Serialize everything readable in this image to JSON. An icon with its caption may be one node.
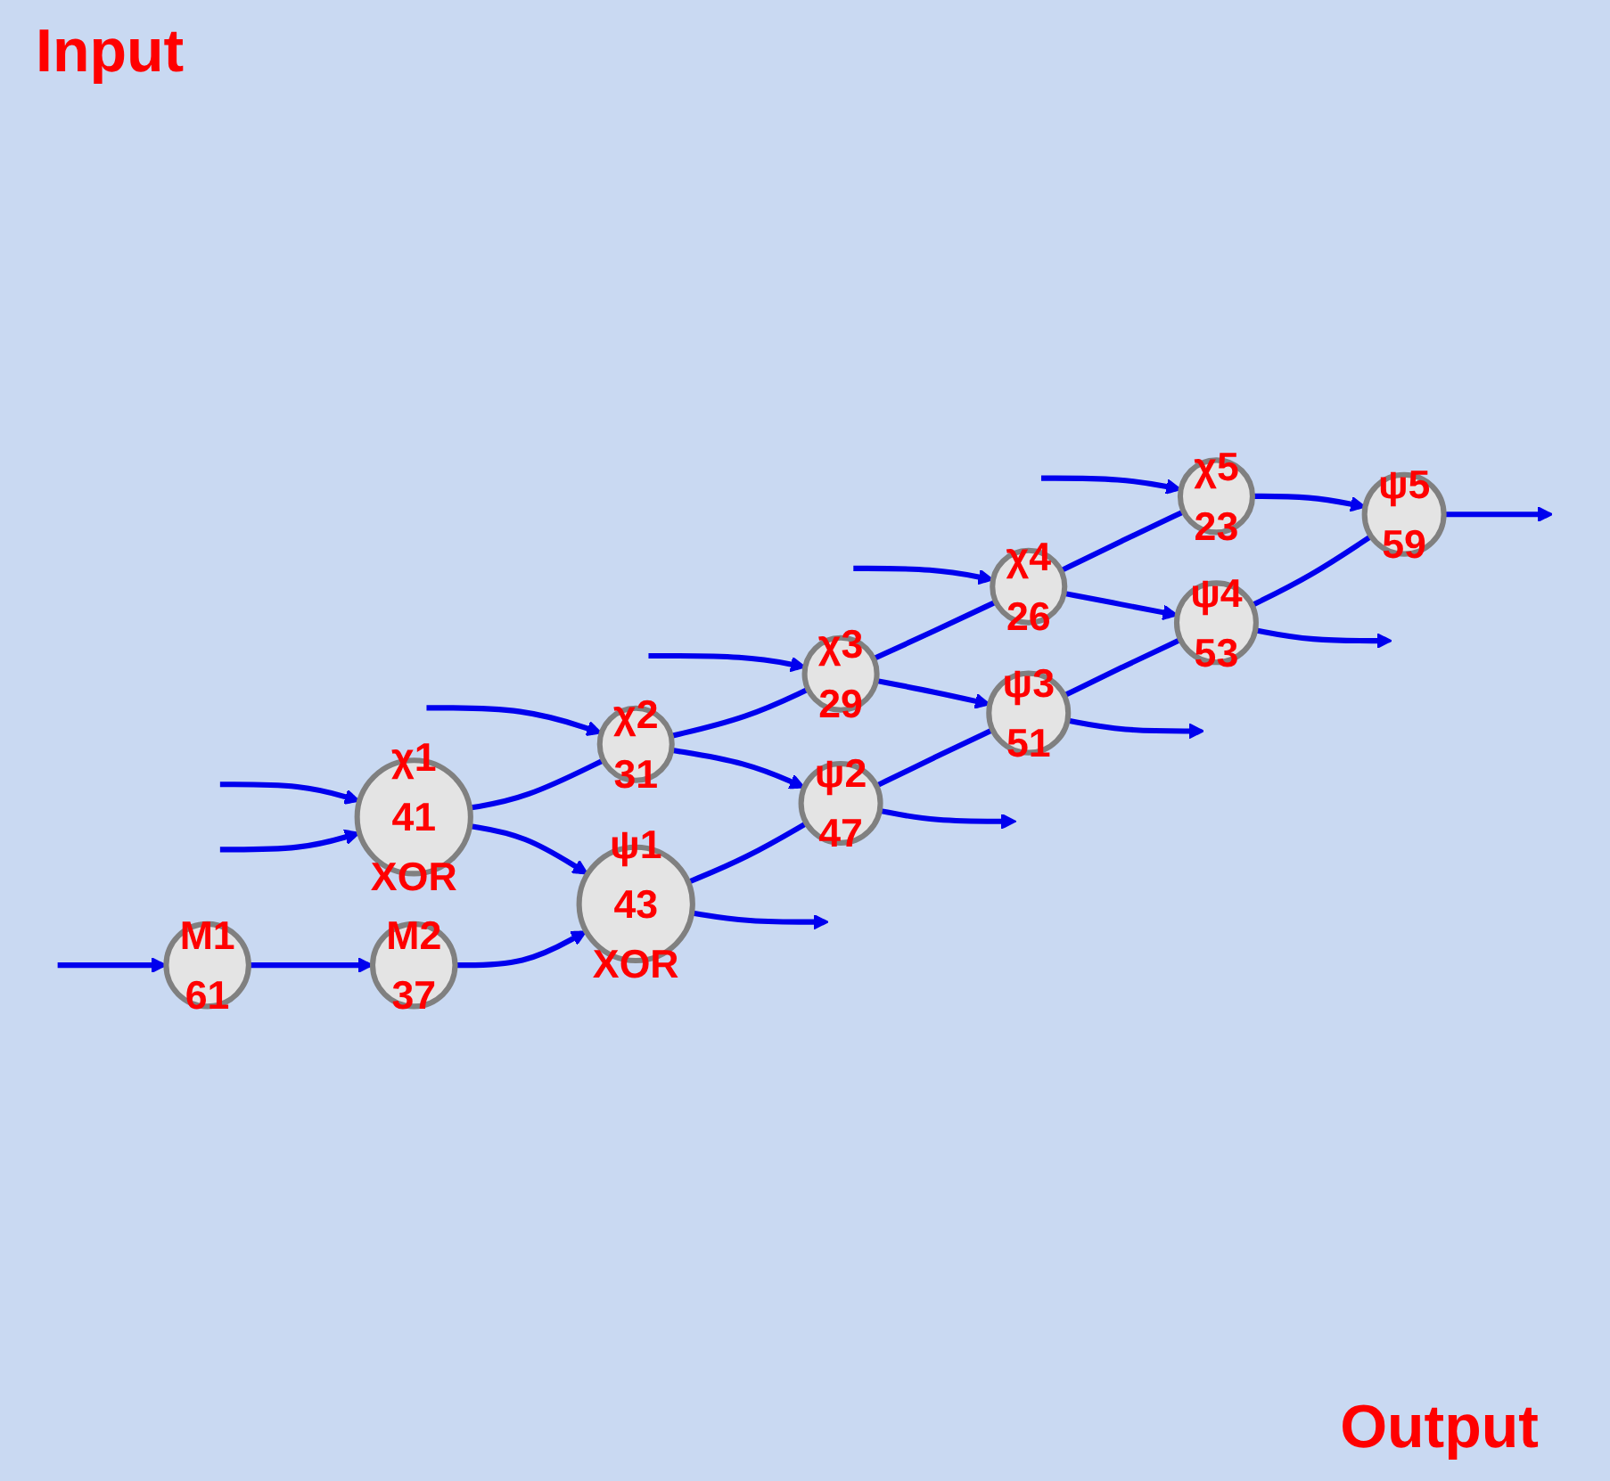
{
  "diagram": {
    "nodes": [
      {
        "text": [
          "χ1",
          "41"
        ],
        "beside": [
          "XOR"
        ]
      },
      {
        "text": [
          "χ2",
          "31"
        ]
      },
      {
        "text": [
          "χ3",
          "29"
        ]
      },
      {
        "text": [
          "χ4",
          "26"
        ]
      },
      {
        "text": [
          "χ5",
          "23"
        ]
      },
      {
        "text": [
          "ψ1",
          "43"
        ],
        "beside": [
          "XOR"
        ]
      },
      {
        "text": [
          "ψ2",
          "47"
        ]
      },
      {
        "text": [
          "ψ3",
          "51"
        ]
      },
      {
        "text": [
          "ψ4",
          "53"
        ]
      },
      {
        "text": [
          "ψ5",
          "59"
        ]
      },
      {
        "text": [
          "M1",
          "61"
        ]
      },
      {
        "text": [
          "M2",
          "37"
        ]
      }
    ],
    "edges": [
      {
        "from": null,
        "to": 0,
        "arrow": "to"
      },
      {
        "from": null,
        "to": 1,
        "arrow": "to"
      },
      {
        "from": null,
        "to": 2,
        "arrow": "to"
      },
      {
        "from": null,
        "to": 3,
        "arrow": "to"
      },
      {
        "from": null,
        "to": 4,
        "arrow": "to"
      },
      {
        "from": 0,
        "to": 5,
        "arrow": "to"
      },
      {
        "from": 1,
        "to": 6,
        "arrow": "to"
      },
      {
        "from": 2,
        "to": 7,
        "arrow": "to"
      },
      {
        "from": 3,
        "to": 8,
        "arrow": "to"
      },
      {
        "from": 4,
        "to": 9,
        "arrow": "to"
      },
      {
        "from": 5,
        "to": null,
        "arrow": "to"
      },
      {
        "from": 6,
        "to": null,
        "arrow": "to"
      },
      {
        "from": 7,
        "to": null,
        "arrow": "to"
      },
      {
        "from": 8,
        "to": null,
        "arrow": "to"
      },
      {
        "from": 9,
        "to": null,
        "arrow": "to"
      },
      {
        "from": 0,
        "to": 1,
        "arrow": "none"
      },
      {
        "from": 1,
        "to": 2,
        "arrow": "none"
      },
      {
        "from": 2,
        "to": 3,
        "arrow": "none"
      },
      {
        "from": 3,
        "to": 4,
        "arrow": "none"
      },
      {
        "from": 5,
        "to": 6,
        "arrow": "none"
      },
      {
        "from": 6,
        "to": 7,
        "arrow": "none"
      },
      {
        "from": 7,
        "to": 8,
        "arrow": "none"
      },
      {
        "from": 8,
        "to": 9,
        "arrow": "none"
      },
      {
        "from": null,
        "to": 0,
        "arrow": "to"
      },
      {
        "from": null,
        "to": 10,
        "arrow": "to"
      },
      {
        "from": 10,
        "to": 11,
        "arrow": "to"
      },
      {
        "from": 11,
        "to": 5,
        "arrow": "to"
      }
    ],
    "labels": [
      "Input",
      "Output"
    ]
  }
}
